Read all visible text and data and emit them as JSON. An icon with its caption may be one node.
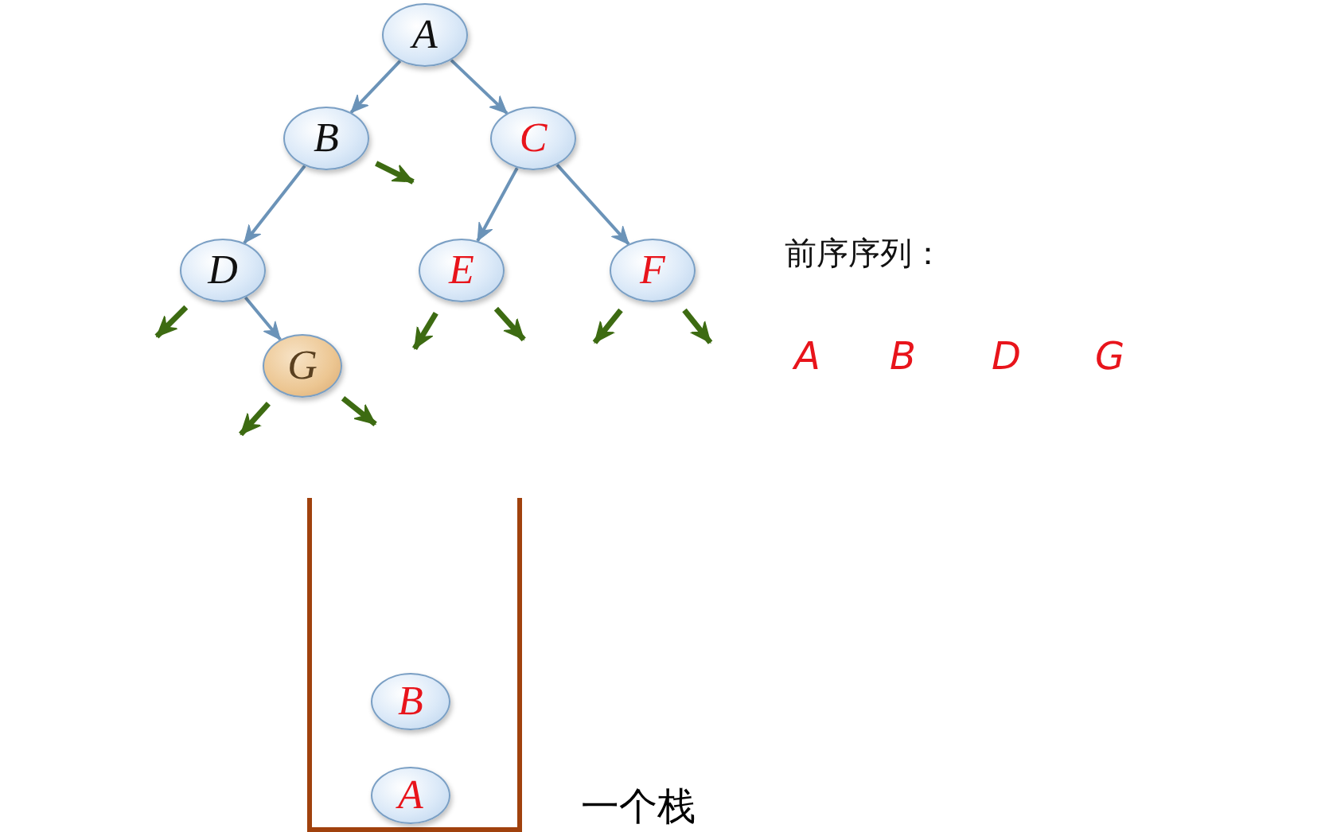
{
  "diagram": {
    "nodes": [
      {
        "text": [
          "A"
        ]
      },
      {
        "text": [
          "B"
        ]
      },
      {
        "text": [
          "C"
        ]
      },
      {
        "text": [
          "D"
        ]
      },
      {
        "text": [
          "E"
        ]
      },
      {
        "text": [
          "F"
        ]
      },
      {
        "text": [
          "G"
        ]
      },
      {
        "text": [],
        "shape": "box",
        "beside": [
          "一个栈"
        ]
      },
      {
        "text": [
          "B"
        ],
        "in": 7
      },
      {
        "text": [
          "A"
        ],
        "in": 7
      }
    ],
    "edges": [
      {
        "from": 0,
        "to": 1,
        "arrow": "to",
        "color": "#6b93b8"
      },
      {
        "from": 0,
        "to": 2,
        "arrow": "to",
        "color": "#6b93b8"
      },
      {
        "from": 1,
        "to": 3,
        "arrow": "to",
        "color": "#6b93b8"
      },
      {
        "from": 2,
        "to": 4,
        "arrow": "to",
        "color": "#6b93b8"
      },
      {
        "from": 2,
        "to": 5,
        "arrow": "to",
        "color": "#6b93b8"
      },
      {
        "from": 3,
        "to": 6,
        "arrow": "to",
        "color": "#6b93b8"
      },
      {
        "from": 1,
        "to": null,
        "arrow": "to"
      },
      {
        "from": 3,
        "to": null,
        "arrow": "to"
      },
      {
        "from": 4,
        "to": null,
        "arrow": "to"
      },
      {
        "from": 4,
        "to": null,
        "arrow": "to"
      },
      {
        "from": 5,
        "to": null,
        "arrow": "to"
      },
      {
        "from": 5,
        "to": null,
        "arrow": "to"
      },
      {
        "from": 6,
        "to": null,
        "arrow": "to"
      },
      {
        "from": 6,
        "to": null,
        "arrow": "to"
      }
    ],
    "labels": [
      "前序序列：",
      "A",
      "B",
      "D",
      "G"
    ]
  }
}
